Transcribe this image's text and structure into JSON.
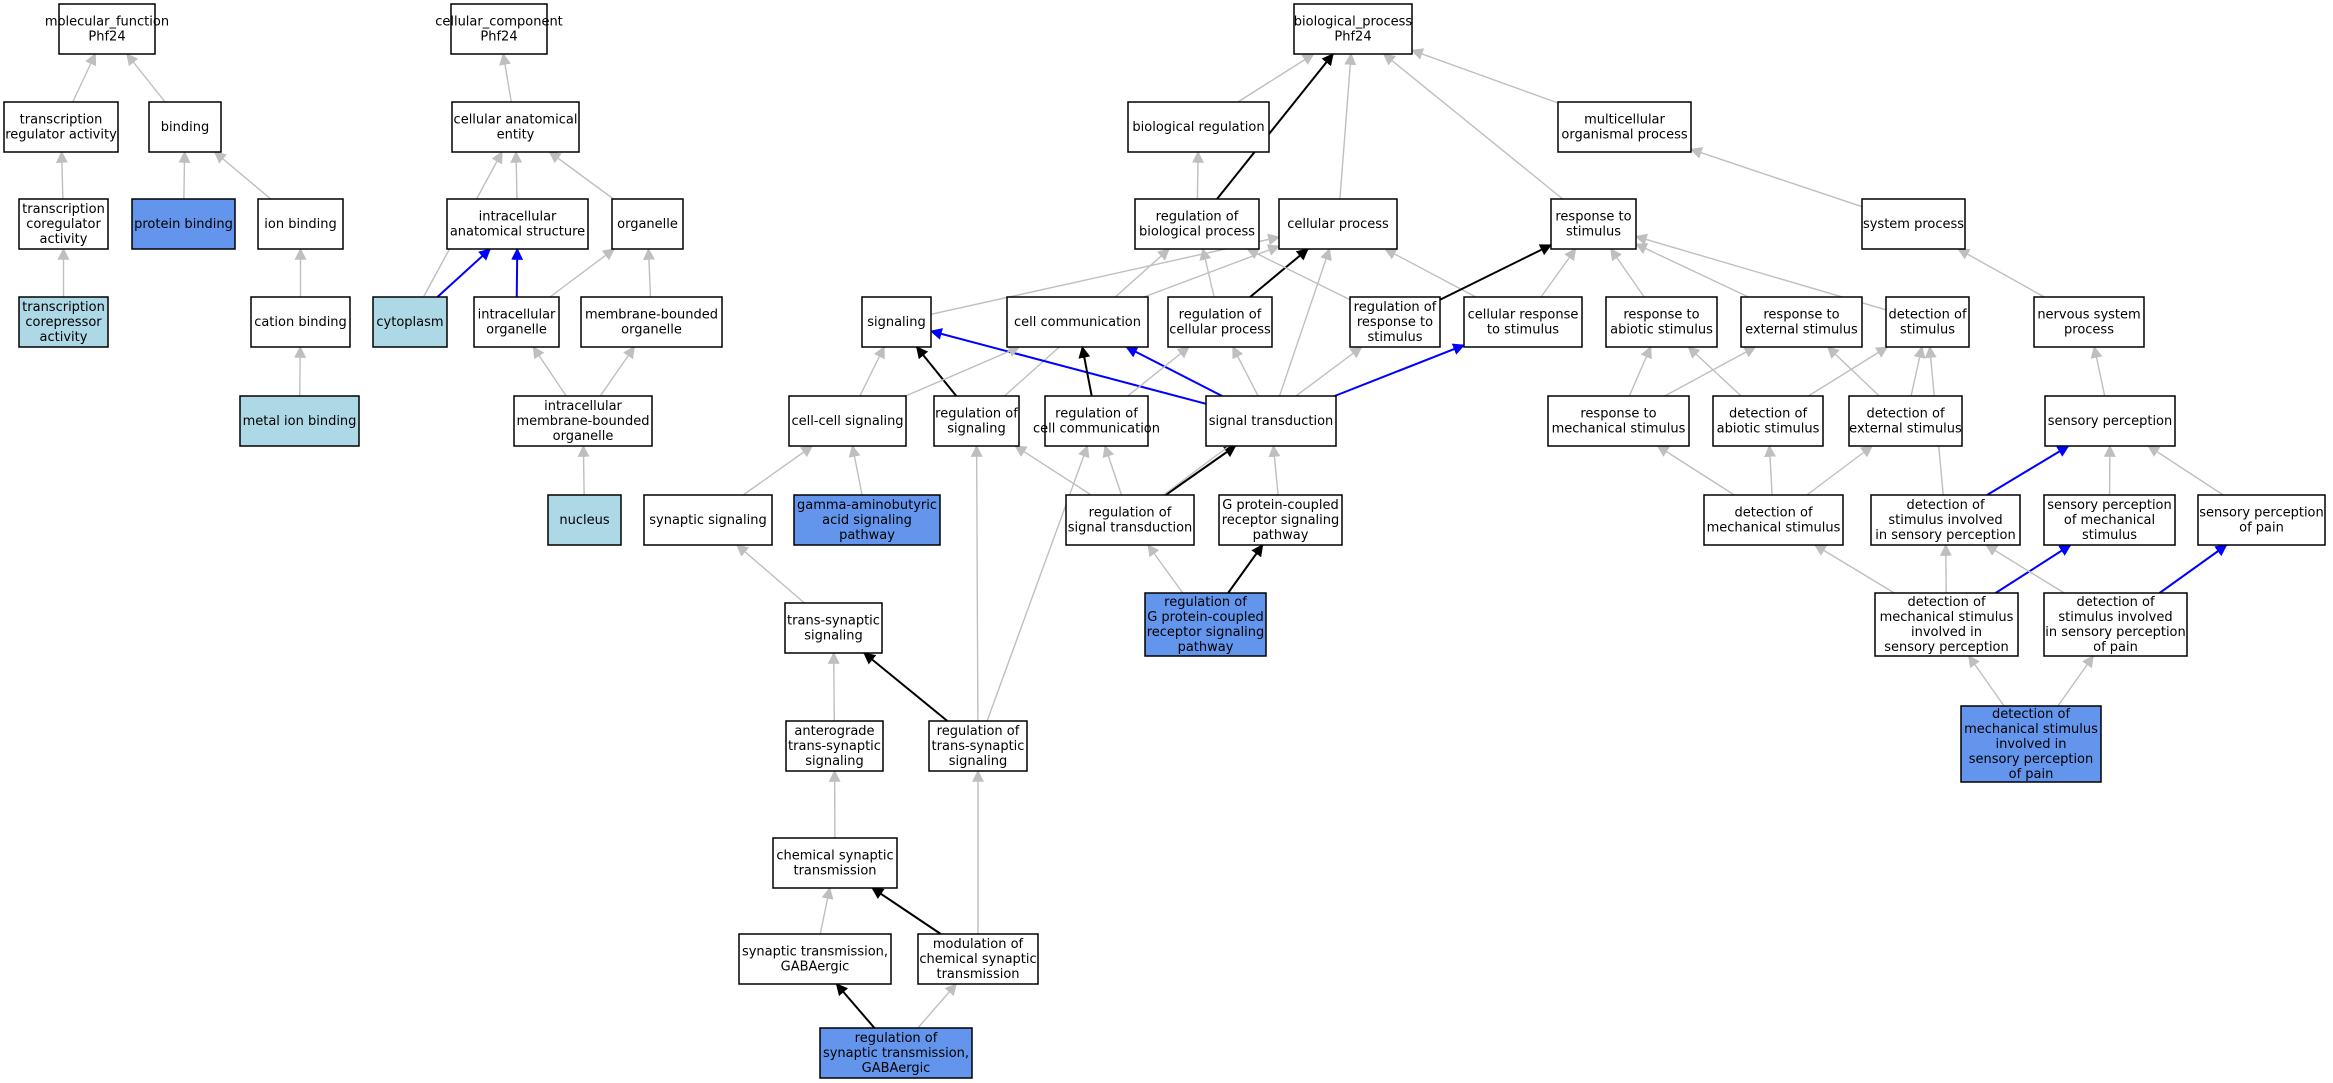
{
  "colors": {
    "default_fill": "#ffffff",
    "protein_fill": "#6495ed",
    "light_fill": "#add8e6",
    "edge_gray": "#bfbfbf",
    "edge_black": "#000000",
    "edge_blue": "#0000ff"
  },
  "nodes": [
    {
      "id": "mf",
      "lines": [
        "molecular_function",
        "Phf24"
      ],
      "fill": "default_fill"
    },
    {
      "id": "cc",
      "lines": [
        "cellular_component",
        "Phf24"
      ],
      "fill": "default_fill"
    },
    {
      "id": "bp",
      "lines": [
        "biological_process",
        "Phf24"
      ],
      "fill": "default_fill"
    },
    {
      "id": "tra",
      "lines": [
        "transcription",
        "regulator activity"
      ],
      "fill": "default_fill"
    },
    {
      "id": "binding",
      "lines": [
        "binding"
      ],
      "fill": "default_fill"
    },
    {
      "id": "cae",
      "lines": [
        "cellular anatomical",
        "entity"
      ],
      "fill": "default_fill"
    },
    {
      "id": "bioreg",
      "lines": [
        "biological regulation"
      ],
      "fill": "default_fill"
    },
    {
      "id": "mop",
      "lines": [
        "multicellular",
        "organismal process"
      ],
      "fill": "default_fill"
    },
    {
      "id": "tca",
      "lines": [
        "transcription",
        "coregulator",
        "activity"
      ],
      "fill": "default_fill"
    },
    {
      "id": "pb",
      "lines": [
        "protein binding"
      ],
      "fill": "protein_fill"
    },
    {
      "id": "ionb",
      "lines": [
        "ion binding"
      ],
      "fill": "default_fill"
    },
    {
      "id": "ias",
      "lines": [
        "intracellular",
        "anatomical structure"
      ],
      "fill": "default_fill"
    },
    {
      "id": "organelle",
      "lines": [
        "organelle"
      ],
      "fill": "default_fill"
    },
    {
      "id": "rbp",
      "lines": [
        "regulation of",
        "biological process"
      ],
      "fill": "default_fill"
    },
    {
      "id": "cp",
      "lines": [
        "cellular process"
      ],
      "fill": "default_fill"
    },
    {
      "id": "rts",
      "lines": [
        "response to",
        "stimulus"
      ],
      "fill": "default_fill"
    },
    {
      "id": "sysp",
      "lines": [
        "system process"
      ],
      "fill": "default_fill"
    },
    {
      "id": "tcorep",
      "lines": [
        "transcription",
        "corepressor",
        "activity"
      ],
      "fill": "light_fill"
    },
    {
      "id": "catb",
      "lines": [
        "cation binding"
      ],
      "fill": "default_fill"
    },
    {
      "id": "cyto",
      "lines": [
        "cytoplasm"
      ],
      "fill": "light_fill"
    },
    {
      "id": "io",
      "lines": [
        "intracellular",
        "organelle"
      ],
      "fill": "default_fill"
    },
    {
      "id": "mbo",
      "lines": [
        "membrane-bounded",
        "organelle"
      ],
      "fill": "default_fill"
    },
    {
      "id": "sig",
      "lines": [
        "signaling"
      ],
      "fill": "default_fill"
    },
    {
      "id": "cellcomm",
      "lines": [
        "cell communication"
      ],
      "fill": "default_fill"
    },
    {
      "id": "rcp",
      "lines": [
        "regulation of",
        "cellular process"
      ],
      "fill": "default_fill"
    },
    {
      "id": "rrs",
      "lines": [
        "regulation of",
        "response to",
        "stimulus"
      ],
      "fill": "default_fill"
    },
    {
      "id": "crs",
      "lines": [
        "cellular response",
        "to stimulus"
      ],
      "fill": "default_fill"
    },
    {
      "id": "ras",
      "lines": [
        "response to",
        "abiotic stimulus"
      ],
      "fill": "default_fill"
    },
    {
      "id": "res",
      "lines": [
        "response to",
        "external stimulus"
      ],
      "fill": "default_fill"
    },
    {
      "id": "dos",
      "lines": [
        "detection of",
        "stimulus"
      ],
      "fill": "default_fill"
    },
    {
      "id": "nsp",
      "lines": [
        "nervous system",
        "process"
      ],
      "fill": "default_fill"
    },
    {
      "id": "mib",
      "lines": [
        "metal ion binding"
      ],
      "fill": "light_fill"
    },
    {
      "id": "imbo",
      "lines": [
        "intracellular",
        "membrane-bounded",
        "organelle"
      ],
      "fill": "default_fill"
    },
    {
      "id": "ccs",
      "lines": [
        "cell-cell signaling"
      ],
      "fill": "default_fill"
    },
    {
      "id": "rsig",
      "lines": [
        "regulation of",
        "signaling"
      ],
      "fill": "default_fill"
    },
    {
      "id": "rcc",
      "lines": [
        "regulation of",
        "cell communication"
      ],
      "fill": "default_fill"
    },
    {
      "id": "st",
      "lines": [
        "signal transduction"
      ],
      "fill": "default_fill"
    },
    {
      "id": "rms",
      "lines": [
        "response to",
        "mechanical stimulus"
      ],
      "fill": "default_fill"
    },
    {
      "id": "das",
      "lines": [
        "detection of",
        "abiotic stimulus"
      ],
      "fill": "default_fill"
    },
    {
      "id": "des",
      "lines": [
        "detection of",
        "external stimulus"
      ],
      "fill": "default_fill"
    },
    {
      "id": "sp",
      "lines": [
        "sensory perception"
      ],
      "fill": "default_fill"
    },
    {
      "id": "nucleus",
      "lines": [
        "nucleus"
      ],
      "fill": "light_fill"
    },
    {
      "id": "synsig",
      "lines": [
        "synaptic signaling"
      ],
      "fill": "default_fill"
    },
    {
      "id": "gaba",
      "lines": [
        "gamma-aminobutyric",
        "acid signaling",
        "pathway"
      ],
      "fill": "protein_fill"
    },
    {
      "id": "rstd",
      "lines": [
        "regulation of",
        "signal transduction"
      ],
      "fill": "default_fill"
    },
    {
      "id": "gpcr",
      "lines": [
        "G protein-coupled",
        "receptor signaling",
        "pathway"
      ],
      "fill": "default_fill"
    },
    {
      "id": "dms",
      "lines": [
        "detection of",
        "mechanical stimulus"
      ],
      "fill": "default_fill"
    },
    {
      "id": "dsisp",
      "lines": [
        "detection of",
        "stimulus involved",
        "in sensory perception"
      ],
      "fill": "default_fill"
    },
    {
      "id": "spms",
      "lines": [
        "sensory perception",
        "of mechanical",
        "stimulus"
      ],
      "fill": "default_fill"
    },
    {
      "id": "spp",
      "lines": [
        "sensory perception",
        "of pain"
      ],
      "fill": "default_fill"
    },
    {
      "id": "tss",
      "lines": [
        "trans-synaptic",
        "signaling"
      ],
      "fill": "default_fill"
    },
    {
      "id": "rgpcr",
      "lines": [
        "regulation of",
        "G protein-coupled",
        "receptor signaling",
        "pathway"
      ],
      "fill": "protein_fill"
    },
    {
      "id": "dmsisp",
      "lines": [
        "detection of",
        "mechanical stimulus",
        "involved in",
        "sensory perception"
      ],
      "fill": "default_fill"
    },
    {
      "id": "dsispp",
      "lines": [
        "detection of",
        "stimulus involved",
        "in sensory perception",
        "of pain"
      ],
      "fill": "default_fill"
    },
    {
      "id": "atss",
      "lines": [
        "anterograde",
        "trans-synaptic",
        "signaling"
      ],
      "fill": "default_fill"
    },
    {
      "id": "rtss",
      "lines": [
        "regulation of",
        "trans-synaptic",
        "signaling"
      ],
      "fill": "default_fill"
    },
    {
      "id": "dmsispp",
      "lines": [
        "detection of",
        "mechanical stimulus",
        "involved in",
        "sensory perception",
        "of pain"
      ],
      "fill": "protein_fill"
    },
    {
      "id": "cst",
      "lines": [
        "chemical synaptic",
        "transmission"
      ],
      "fill": "default_fill"
    },
    {
      "id": "stg",
      "lines": [
        "synaptic transmission,",
        "GABAergic"
      ],
      "fill": "default_fill"
    },
    {
      "id": "mcst",
      "lines": [
        "modulation of",
        "chemical synaptic",
        "transmission"
      ],
      "fill": "default_fill"
    },
    {
      "id": "rstg",
      "lines": [
        "regulation of",
        "synaptic transmission,",
        "GABAergic"
      ],
      "fill": "protein_fill"
    }
  ],
  "edges": [
    {
      "from": "tra",
      "to": "mf",
      "color": "edge_gray"
    },
    {
      "from": "binding",
      "to": "mf",
      "color": "edge_gray"
    },
    {
      "from": "tca",
      "to": "tra",
      "color": "edge_gray"
    },
    {
      "from": "tcorep",
      "to": "tca",
      "color": "edge_gray"
    },
    {
      "from": "pb",
      "to": "binding",
      "color": "edge_gray"
    },
    {
      "from": "ionb",
      "to": "binding",
      "color": "edge_gray"
    },
    {
      "from": "catb",
      "to": "ionb",
      "color": "edge_gray"
    },
    {
      "from": "mib",
      "to": "catb",
      "color": "edge_gray"
    },
    {
      "from": "cae",
      "to": "cc",
      "color": "edge_gray"
    },
    {
      "from": "ias",
      "to": "cae",
      "color": "edge_gray"
    },
    {
      "from": "organelle",
      "to": "cae",
      "color": "edge_gray"
    },
    {
      "from": "cyto",
      "to": "cae",
      "color": "edge_gray"
    },
    {
      "from": "cyto",
      "to": "ias",
      "color": "edge_blue"
    },
    {
      "from": "io",
      "to": "ias",
      "color": "edge_blue"
    },
    {
      "from": "io",
      "to": "organelle",
      "color": "edge_gray"
    },
    {
      "from": "mbo",
      "to": "organelle",
      "color": "edge_gray"
    },
    {
      "from": "imbo",
      "to": "io",
      "color": "edge_gray"
    },
    {
      "from": "imbo",
      "to": "mbo",
      "color": "edge_gray"
    },
    {
      "from": "nucleus",
      "to": "imbo",
      "color": "edge_gray"
    },
    {
      "from": "bioreg",
      "to": "bp",
      "color": "edge_gray"
    },
    {
      "from": "rbp",
      "to": "bp",
      "color": "edge_black"
    },
    {
      "from": "cp",
      "to": "bp",
      "color": "edge_gray"
    },
    {
      "from": "rts",
      "to": "bp",
      "color": "edge_gray"
    },
    {
      "from": "mop",
      "to": "bp",
      "color": "edge_gray"
    },
    {
      "from": "rbp",
      "to": "bioreg",
      "color": "edge_gray"
    },
    {
      "from": "sysp",
      "to": "mop",
      "color": "edge_gray"
    },
    {
      "from": "nsp",
      "to": "sysp",
      "color": "edge_gray"
    },
    {
      "from": "sig",
      "to": "cp",
      "color": "edge_gray"
    },
    {
      "from": "cellcomm",
      "to": "cp",
      "color": "edge_gray"
    },
    {
      "from": "rcp",
      "to": "cp",
      "color": "edge_black"
    },
    {
      "from": "rcp",
      "to": "rbp",
      "color": "edge_gray"
    },
    {
      "from": "rrs",
      "to": "rbp",
      "color": "edge_gray"
    },
    {
      "from": "rsig",
      "to": "rbp",
      "color": "edge_gray"
    },
    {
      "from": "crs",
      "to": "cp",
      "color": "edge_gray"
    },
    {
      "from": "rrs",
      "to": "rts",
      "color": "edge_black"
    },
    {
      "from": "crs",
      "to": "rts",
      "color": "edge_gray"
    },
    {
      "from": "ras",
      "to": "rts",
      "color": "edge_gray"
    },
    {
      "from": "res",
      "to": "rts",
      "color": "edge_gray"
    },
    {
      "from": "dos",
      "to": "rts",
      "color": "edge_gray"
    },
    {
      "from": "ccs",
      "to": "sig",
      "color": "edge_gray"
    },
    {
      "from": "rsig",
      "to": "sig",
      "color": "edge_black"
    },
    {
      "from": "st",
      "to": "sig",
      "color": "edge_blue"
    },
    {
      "from": "rcc",
      "to": "cellcomm",
      "color": "edge_black"
    },
    {
      "from": "st",
      "to": "cellcomm",
      "color": "edge_blue"
    },
    {
      "from": "rcc",
      "to": "rcp",
      "color": "edge_gray"
    },
    {
      "from": "st",
      "to": "rcp",
      "color": "edge_gray"
    },
    {
      "from": "st",
      "to": "cp",
      "color": "edge_gray"
    },
    {
      "from": "st",
      "to": "crs",
      "color": "edge_blue"
    },
    {
      "from": "ccs",
      "to": "cellcomm",
      "color": "edge_gray"
    },
    {
      "from": "rms",
      "to": "ras",
      "color": "edge_gray"
    },
    {
      "from": "rms",
      "to": "res",
      "color": "edge_gray"
    },
    {
      "from": "das",
      "to": "ras",
      "color": "edge_gray"
    },
    {
      "from": "das",
      "to": "dos",
      "color": "edge_gray"
    },
    {
      "from": "des",
      "to": "res",
      "color": "edge_gray"
    },
    {
      "from": "des",
      "to": "dos",
      "color": "edge_gray"
    },
    {
      "from": "sp",
      "to": "nsp",
      "color": "edge_gray"
    },
    {
      "from": "synsig",
      "to": "ccs",
      "color": "edge_gray"
    },
    {
      "from": "gaba",
      "to": "ccs",
      "color": "edge_gray"
    },
    {
      "from": "rstd",
      "to": "rsig",
      "color": "edge_gray"
    },
    {
      "from": "rstd",
      "to": "rcc",
      "color": "edge_gray"
    },
    {
      "from": "rstd",
      "to": "st",
      "color": "edge_black"
    },
    {
      "from": "rstd",
      "to": "rrs",
      "color": "edge_gray"
    },
    {
      "from": "gpcr",
      "to": "st",
      "color": "edge_gray"
    },
    {
      "from": "dms",
      "to": "rms",
      "color": "edge_gray"
    },
    {
      "from": "dms",
      "to": "das",
      "color": "edge_gray"
    },
    {
      "from": "dms",
      "to": "des",
      "color": "edge_gray"
    },
    {
      "from": "dsisp",
      "to": "sp",
      "color": "edge_blue"
    },
    {
      "from": "dsisp",
      "to": "dos",
      "color": "edge_gray"
    },
    {
      "from": "spms",
      "to": "sp",
      "color": "edge_gray"
    },
    {
      "from": "spp",
      "to": "sp",
      "color": "edge_gray"
    },
    {
      "from": "tss",
      "to": "synsig",
      "color": "edge_gray"
    },
    {
      "from": "rgpcr",
      "to": "rstd",
      "color": "edge_gray"
    },
    {
      "from": "rgpcr",
      "to": "gpcr",
      "color": "edge_black"
    },
    {
      "from": "dmsisp",
      "to": "dms",
      "color": "edge_gray"
    },
    {
      "from": "dmsisp",
      "to": "dsisp",
      "color": "edge_gray"
    },
    {
      "from": "dmsisp",
      "to": "spms",
      "color": "edge_blue"
    },
    {
      "from": "dsispp",
      "to": "dsisp",
      "color": "edge_gray"
    },
    {
      "from": "dsispp",
      "to": "spp",
      "color": "edge_blue"
    },
    {
      "from": "atss",
      "to": "tss",
      "color": "edge_gray"
    },
    {
      "from": "rtss",
      "to": "tss",
      "color": "edge_black"
    },
    {
      "from": "rtss",
      "to": "rsig",
      "color": "edge_gray"
    },
    {
      "from": "rtss",
      "to": "rcc",
      "color": "edge_gray"
    },
    {
      "from": "dmsispp",
      "to": "dmsisp",
      "color": "edge_gray"
    },
    {
      "from": "dmsispp",
      "to": "dsispp",
      "color": "edge_gray"
    },
    {
      "from": "cst",
      "to": "atss",
      "color": "edge_gray"
    },
    {
      "from": "stg",
      "to": "cst",
      "color": "edge_gray"
    },
    {
      "from": "mcst",
      "to": "cst",
      "color": "edge_black"
    },
    {
      "from": "mcst",
      "to": "rtss",
      "color": "edge_gray"
    },
    {
      "from": "rstg",
      "to": "stg",
      "color": "edge_black"
    },
    {
      "from": "rstg",
      "to": "mcst",
      "color": "edge_gray"
    }
  ]
}
